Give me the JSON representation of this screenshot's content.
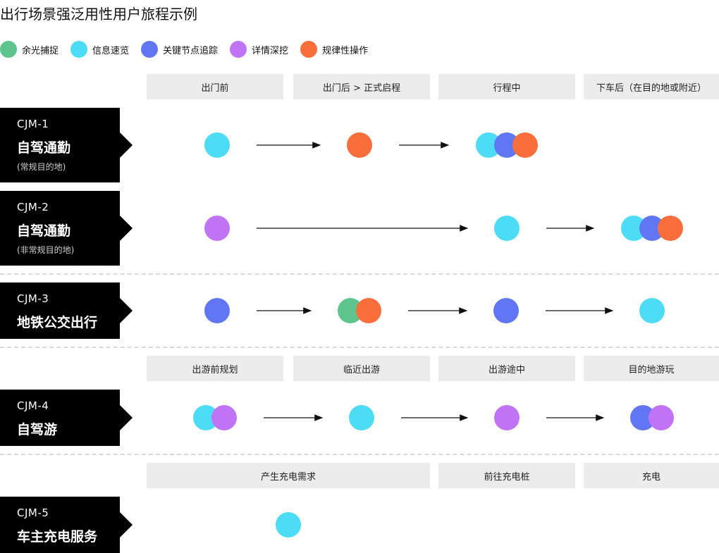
{
  "title": "出行场景强泛用性用户旅程示例",
  "legend": [
    {
      "label": "余光捕捉",
      "color": "#5ec48e"
    },
    {
      "label": "信息速览",
      "color": "#4ddcf6"
    },
    {
      "label": "关键节点追踪",
      "color": "#6076f4"
    },
    {
      "label": "详情深挖",
      "color": "#c074f5"
    },
    {
      "label": "规律性操作",
      "color": "#fa6e3b"
    }
  ],
  "stage_headers": {
    "commute": [
      "出门前",
      "出门后 > 正式启程",
      "行程中",
      "下车后（在目的地或附近）"
    ],
    "travel": [
      "出游前规划",
      "临近出游",
      "出游途中",
      "目的地游玩"
    ],
    "charging": [
      "产生充电需求",
      "前往充电桩",
      "充电"
    ]
  },
  "journeys": [
    {
      "code": "CJM-1",
      "name": "自驾通勤",
      "sub": "(常规目的地)",
      "nodes": [
        [
          "信息速览"
        ],
        [
          "规律性操作"
        ],
        [
          "信息速览",
          "关键节点追踪",
          "规律性操作"
        ]
      ]
    },
    {
      "code": "CJM-2",
      "name": "自驾通勤",
      "sub": "(非常规目的地)",
      "nodes": [
        [
          "详情深挖"
        ],
        [
          "信息速览"
        ],
        [
          "信息速览",
          "关键节点追踪",
          "规律性操作"
        ]
      ]
    },
    {
      "code": "CJM-3",
      "name": "地铁公交出行",
      "sub": "",
      "nodes": [
        [
          "关键节点追踪"
        ],
        [
          "余光捕捉",
          "规律性操作"
        ],
        [
          "关键节点追踪"
        ],
        [
          "信息速览"
        ]
      ]
    },
    {
      "code": "CJM-4",
      "name": "自驾游",
      "sub": "",
      "nodes": [
        [
          "信息速览",
          "详情深挖"
        ],
        [
          "信息速览"
        ],
        [
          "详情深挖"
        ],
        [
          "关键节点追踪",
          "详情深挖"
        ]
      ]
    },
    {
      "code": "CJM-5",
      "name": "车主充电服务",
      "sub": "",
      "nodes": [
        [
          "信息速览"
        ]
      ]
    }
  ]
}
